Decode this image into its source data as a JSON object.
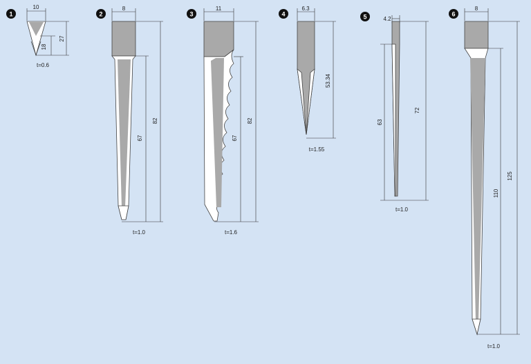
{
  "colors": {
    "background": "#d4e3f4",
    "blade_gray": "#a9a9a9",
    "edge_white": "#ffffff",
    "line": "#333333"
  },
  "blades": [
    {
      "number": "1",
      "width": "10",
      "length_short": "18",
      "length_long": "27",
      "thickness": "t=0.6"
    },
    {
      "number": "2",
      "width": "8",
      "length_short": "67",
      "length_long": "82",
      "thickness": "t=1.0"
    },
    {
      "number": "3",
      "width": "11",
      "length_short": "67",
      "length_long": "82",
      "thickness": "t=1.6"
    },
    {
      "number": "4",
      "width": "6.3",
      "length_long": "53.34",
      "thickness": "t=1.55"
    },
    {
      "number": "5",
      "width": "4.2",
      "length_short": "63",
      "length_long": "72",
      "thickness": "t=1.0"
    },
    {
      "number": "6",
      "width": "8",
      "length_short": "110",
      "length_long": "125",
      "thickness": "t=1.0"
    }
  ]
}
